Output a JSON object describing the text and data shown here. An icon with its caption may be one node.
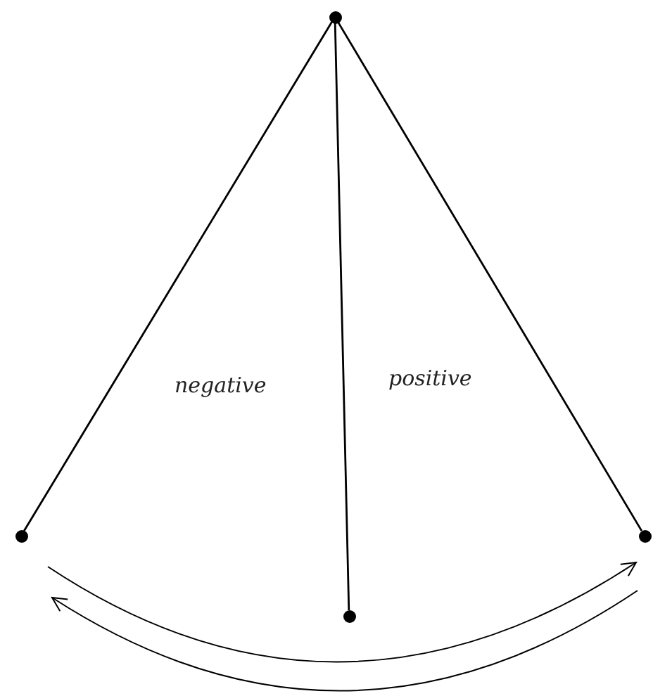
{
  "diagram": {
    "nodes": [
      {
        "text": [],
        "shape": "circle"
      },
      {
        "text": [],
        "shape": "circle"
      },
      {
        "text": [],
        "shape": "circle"
      },
      {
        "text": [],
        "shape": "circle"
      }
    ],
    "edges": [
      {
        "from": 0,
        "to": 1,
        "arrow": "none"
      },
      {
        "from": 0,
        "to": 2,
        "arrow": "none"
      },
      {
        "from": 0,
        "to": 3,
        "arrow": "none"
      }
    ],
    "labels": [
      "negative",
      "positive"
    ]
  }
}
